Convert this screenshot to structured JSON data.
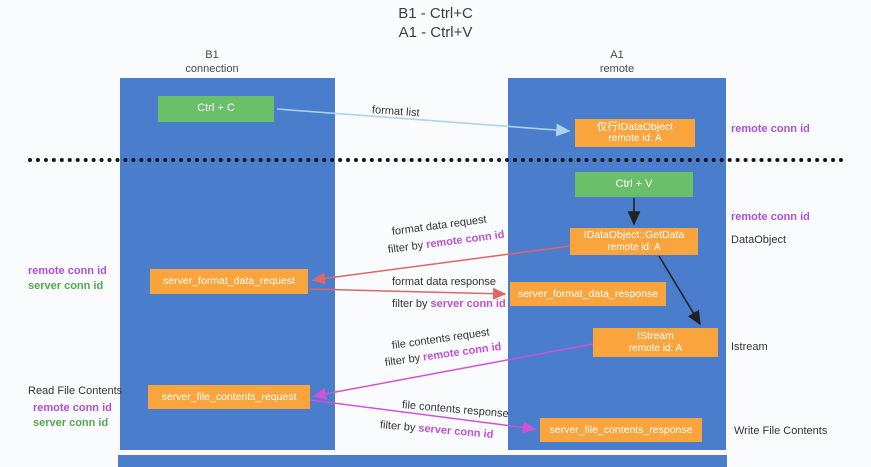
{
  "title": {
    "line1": "B1 - Ctrl+C",
    "line2": "A1 - Ctrl+V"
  },
  "lifelines": {
    "left": {
      "name": "B1",
      "role": "connection"
    },
    "right": {
      "name": "A1",
      "role": "remote"
    }
  },
  "boxes": {
    "ctrl_c": "Ctrl + C",
    "ctrl_v": "Ctrl + V",
    "idataobject": {
      "line1": "仅行IDataObject",
      "line2": "remote id: A"
    },
    "getdata": {
      "line1": "IDataObject::GetData",
      "line2": "remote id: A"
    },
    "istream": {
      "line1": "IStream",
      "line2": "remote id: A"
    },
    "server_format_data_request": "server_format_data_request",
    "server_format_data_response": "server_format_data_response",
    "server_file_contents_request": "server_file_contents_request",
    "server_file_contents_response": "server_file_contents_response"
  },
  "arrow_labels": {
    "format_list": "format list",
    "format_data_request": "format data request",
    "format_data_request_filter": {
      "prefix": "filter by ",
      "key": "remote conn id"
    },
    "format_data_response": "format data response",
    "format_data_response_filter": {
      "prefix": "filter by ",
      "key": "server conn id"
    },
    "file_contents_request": "file contents request",
    "file_contents_request_filter": {
      "prefix": "filter by ",
      "key": "remote conn id"
    },
    "file_contents_response": "file contents response",
    "file_contents_response_filter": {
      "prefix": "filter by ",
      "key": "server conn id"
    }
  },
  "side_labels": {
    "right_remote_conn_1": "remote conn id",
    "right_remote_conn_2": "remote conn id",
    "dataobject": "DataObject",
    "istream": "Istream",
    "write_file_contents": "Write File Contents",
    "left_remote_conn_1": "remote conn id",
    "left_server_conn_1": "server conn id",
    "read_file_contents": "Read File Contents",
    "left_remote_conn_2": "remote conn id",
    "left_server_conn_2": "server conn id"
  },
  "colors": {
    "lifeline_blue": "#4a7dcb",
    "box_green": "#6abf69",
    "box_orange": "#f9a43c",
    "purple_text": "#b04fd8",
    "green_text": "#52a852",
    "arrow_blue": "#a9d5ee",
    "arrow_black": "#222222",
    "arrow_red": "#e06666",
    "arrow_magenta": "#d052d6"
  }
}
